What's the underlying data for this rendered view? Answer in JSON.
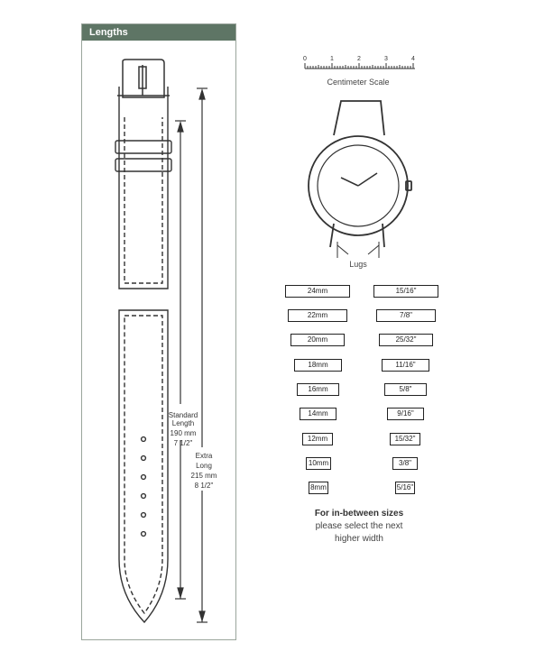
{
  "lengths_panel": {
    "title": "Lengths"
  },
  "lugs_panel": {
    "title": "Lugend Widths"
  },
  "scale": {
    "ticks": [
      "0",
      "1",
      "2",
      "3",
      "4"
    ],
    "label": "Centimeter Scale"
  },
  "watch": {
    "lugs_label": "Lugs"
  },
  "standard_length": {
    "line1": "Standard",
    "line2": "Length",
    "line3": "190 mm",
    "line4": "7 1/2\""
  },
  "extra_long": {
    "line1": "Extra",
    "line2": "Long",
    "line3": "215 mm",
    "line4": "8 1/2\""
  },
  "sizes": {
    "mm": [
      "24mm",
      "22mm",
      "20mm",
      "18mm",
      "16mm",
      "14mm",
      "12mm",
      "10mm",
      "8mm"
    ],
    "inch": [
      "15/16\"",
      "7/8\"",
      "25/32\"",
      "11/16\"",
      "5/8\"",
      "9/16\"",
      "15/32\"",
      "3/8\"",
      "5/16\""
    ]
  },
  "note": {
    "bold": "For in-between sizes",
    "line1": "please select the next",
    "line2": "higher width"
  },
  "colors": {
    "header_bg": "#5e7565",
    "panel_border": "#9aa59c",
    "line": "#333333"
  }
}
